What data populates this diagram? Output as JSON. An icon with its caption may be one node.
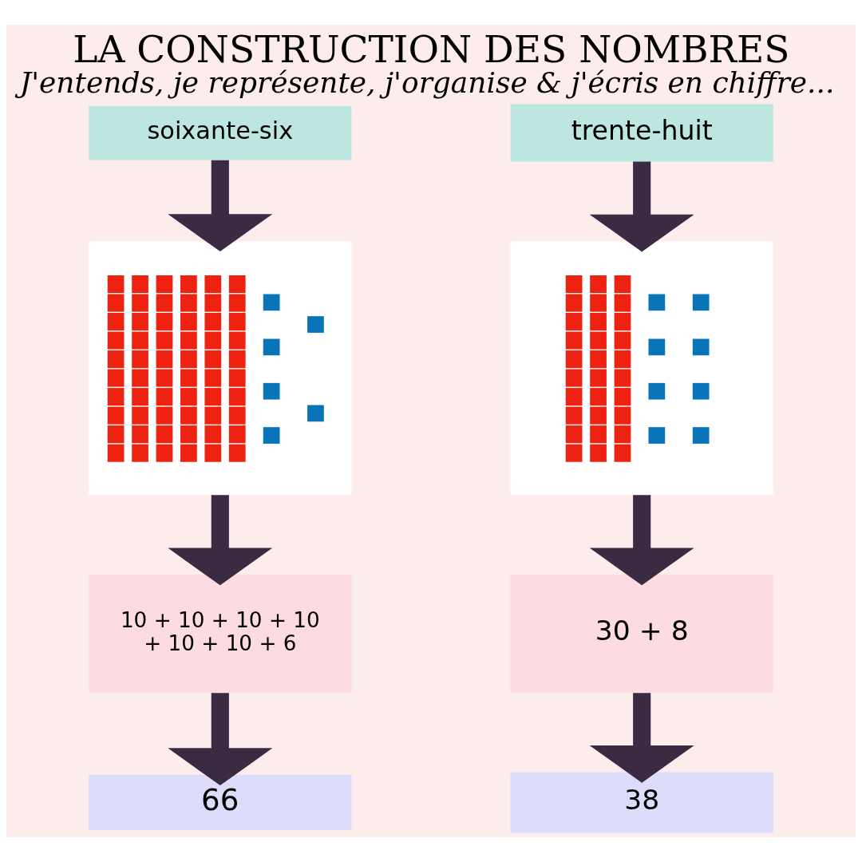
{
  "diagram": {
    "title": "LA CONSTRUCTION DES NOMBRES",
    "caption": "J'entends, je représente, j'organise & j'écris en chiffre...",
    "nodes": [
      {
        "text": [
          "soixante-six"
        ]
      },
      {
        "text": [
          "trente-huit"
        ]
      },
      {
        "text": [],
        "shape": "picture"
      },
      {
        "text": [],
        "shape": "picture"
      },
      {
        "text": [
          "10 + 10 + 10 + 10 + 10 + 10 + 6"
        ]
      },
      {
        "text": [
          "30 + 8"
        ]
      },
      {
        "text": [
          "66"
        ]
      },
      {
        "text": [
          "38"
        ]
      }
    ],
    "edges": [
      {
        "from": 0,
        "to": 2,
        "arrow": "to"
      },
      {
        "from": 1,
        "to": 3,
        "arrow": "to"
      },
      {
        "from": 2,
        "to": 4,
        "arrow": "to"
      },
      {
        "from": 3,
        "to": 5,
        "arrow": "to"
      },
      {
        "from": 4,
        "to": 6,
        "arrow": "to"
      },
      {
        "from": 5,
        "to": 7,
        "arrow": "to"
      }
    ]
  }
}
